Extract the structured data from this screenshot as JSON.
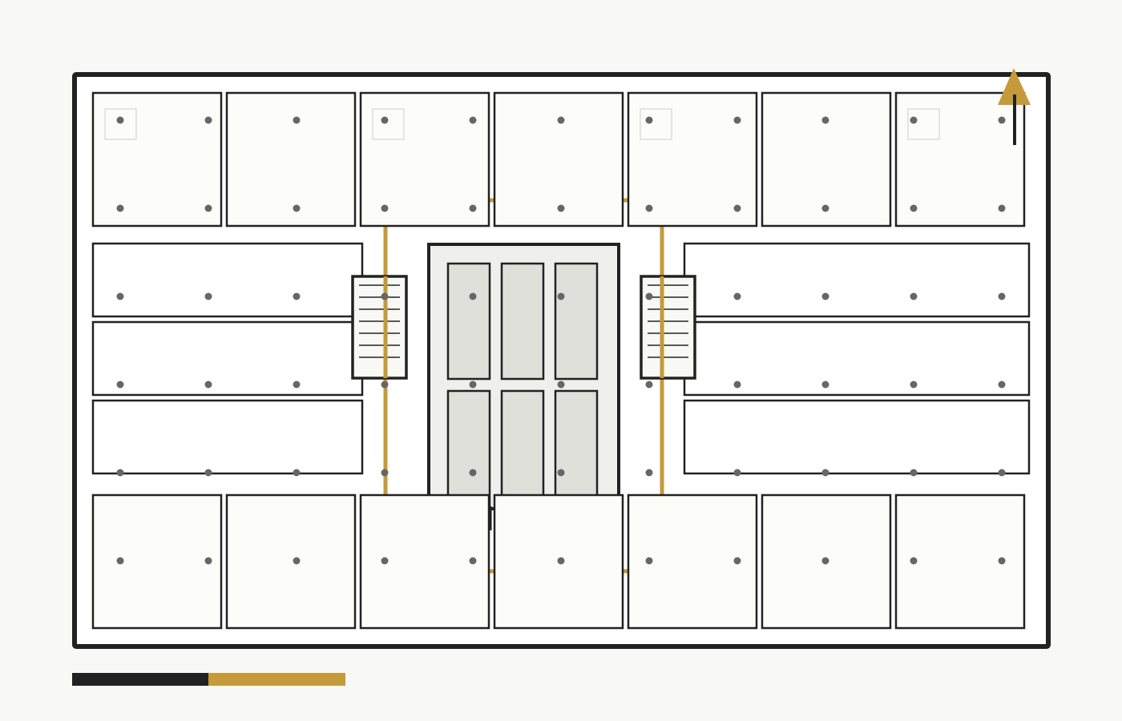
{
  "plan": {
    "kind": "floor-plan",
    "north_arrow_icon": "north-arrow-icon",
    "has_printed_text": false
  },
  "colors": {
    "background": "#f8f8f6",
    "wall": "#222222",
    "room_fill": "#fcfcf9",
    "corridor_fill": "#ffffff",
    "core_fill": "#efefeb",
    "core_panel_fill": "#e0e0da",
    "accent": "#c49a3a",
    "column_dot": "#666666",
    "fixture_outline": "#dddddd"
  },
  "scale_bar": {
    "segments": [
      "dark",
      "accent"
    ]
  }
}
